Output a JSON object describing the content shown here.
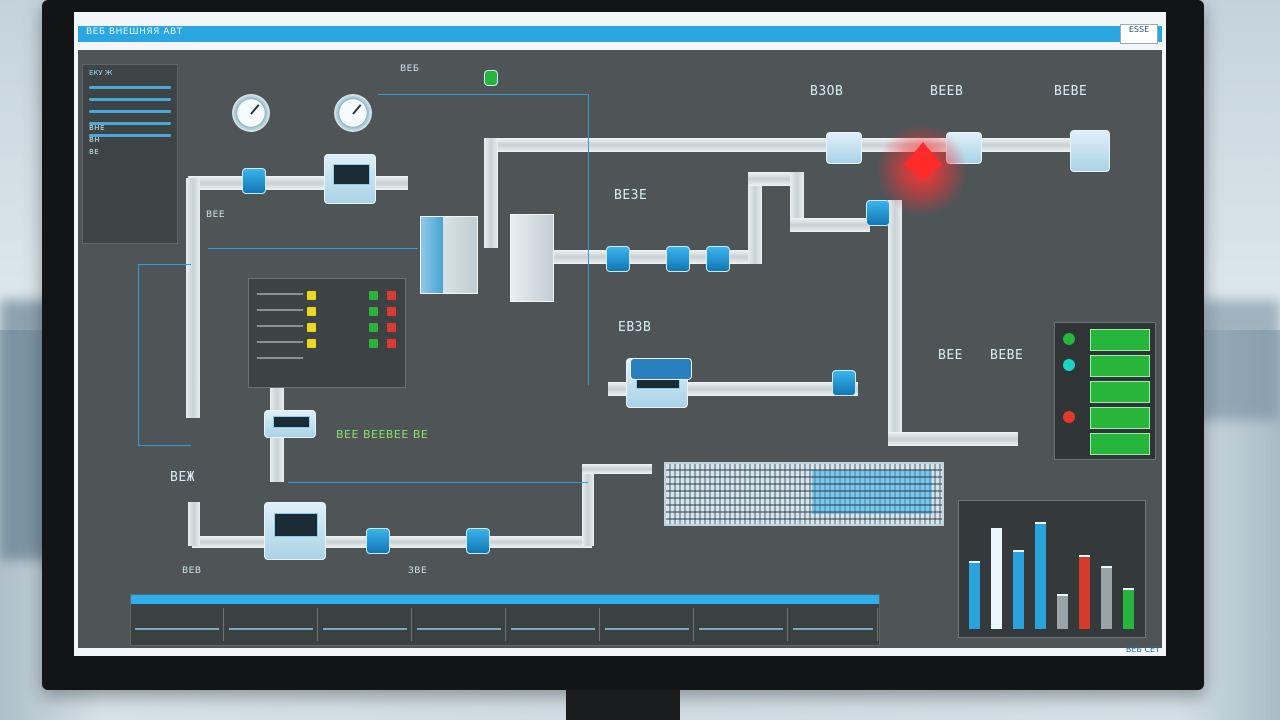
{
  "app": {
    "title": "ВЕБ ВНЕШНЯЯ АВТ",
    "window_badge": "ESSE",
    "status_text": "ВЕБ СЕТ"
  },
  "sidebar": {
    "header": "ЕКУ Ж",
    "labels": [
      "ВНЕ",
      "ВН",
      "ВЕ"
    ]
  },
  "labels": {
    "top_center": "ВЕБ",
    "top_a": "ВЗОВ",
    "top_b": "ВЕЕВ",
    "top_c": "ВЕВЕ",
    "mid_a": "ВЕЗЕ",
    "mid_b": "ВЕЕ",
    "center_top": "ЕВЗВ",
    "right_a": "ВЕЕ",
    "right_b": "ВЕВЕ",
    "bottom_left_a": "ВЕЖ",
    "bottom_left_b": "ВЕВ",
    "bottom_left_c": "ЗВЕ",
    "bottom_mid_long": "ВЕЕ ВЕЕВЕЕ ВЕ"
  },
  "indicators": {
    "yellow": "#e8d91e",
    "red": "#e23a2a",
    "green": "#28b53c",
    "alarm": "#ff2a2a",
    "accent": "#2aa7e0"
  },
  "bars_chart": {
    "values": [
      0.6,
      0.9,
      0.7,
      0.95,
      0.3,
      0.65,
      0.55,
      0.35
    ]
  }
}
